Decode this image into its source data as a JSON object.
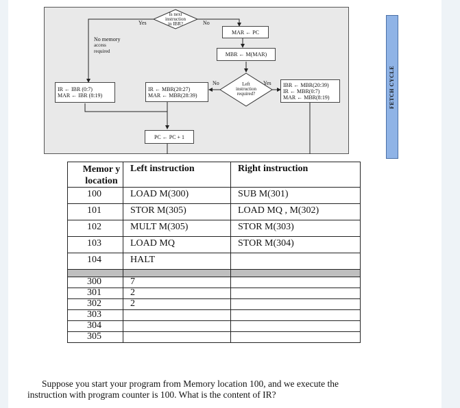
{
  "flowchart": {
    "decision_next": [
      "Is next",
      "instruction",
      "in IBR?"
    ],
    "yes_top": "Yes",
    "no_top": "No",
    "mar_pc": "MAR ← PC",
    "mbr_mmar": "MBR ← M(MAR)",
    "no_memory": [
      "No memory",
      "access",
      "required"
    ],
    "ir_ibr": [
      "IR ← IBR (0:7)",
      "MAR ← IBR (8:19)"
    ],
    "ir_mbr": [
      "IR ← MBR(20:27)",
      "MAR ← MBR(28:39)"
    ],
    "no_left": "No",
    "decision_left": [
      "Left",
      "instruction",
      "required?"
    ],
    "yes_right": "Yes",
    "ibr_mbr": [
      "IBR ← MBR(20:39)",
      "IR ← MBR(0:7)",
      "MAR ← MBR(8:19)"
    ],
    "pc_inc": "PC ← PC + 1",
    "fetch_cycle": "FETCH CYCLE"
  },
  "table": {
    "headers": [
      "Memor y location",
      "Left instruction",
      "Right instruction"
    ],
    "rows": [
      [
        "100",
        "LOAD M(300)",
        "SUB M(301)"
      ],
      [
        "101",
        "STOR M(305)",
        "LOAD MQ , M(302)"
      ],
      [
        "102",
        "MULT M(305)",
        "STOR M(303)"
      ],
      [
        "103",
        "LOAD MQ",
        "STOR M(304)"
      ],
      [
        "104",
        "HALT",
        ""
      ]
    ],
    "data_rows": [
      [
        "300",
        "7",
        ""
      ],
      [
        "301",
        "2",
        ""
      ],
      [
        "302",
        "2",
        ""
      ],
      [
        "303",
        "",
        ""
      ],
      [
        "304",
        "",
        ""
      ],
      [
        "305",
        "",
        ""
      ]
    ]
  },
  "question": {
    "line1": "Suppose you start your program from Memory location 100, and we execute the",
    "line2": "instruction with program counter is 100. What is the content of IR?"
  }
}
